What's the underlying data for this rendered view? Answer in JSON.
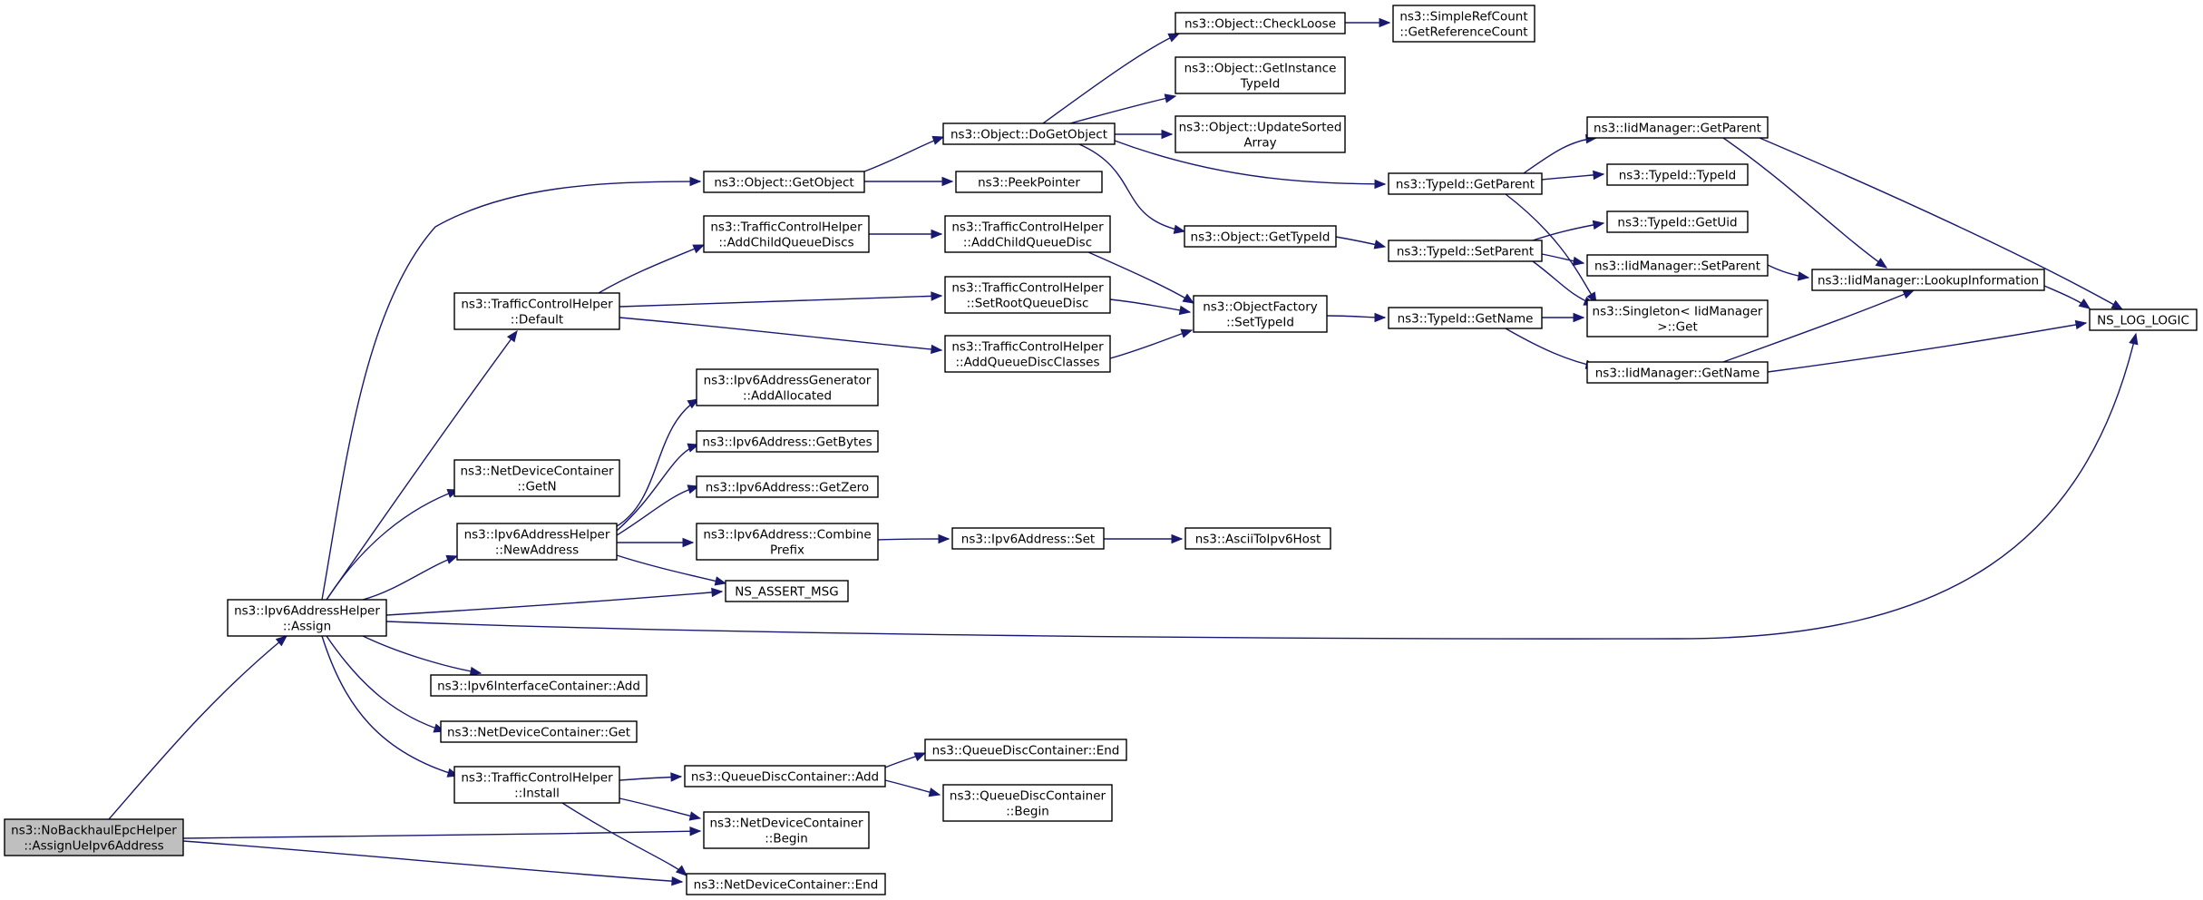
{
  "diagram": {
    "colors": {
      "edge": "#191970",
      "node_border": "#000000",
      "root_fill": "#bfbfbf",
      "node_fill": "#ffffff"
    },
    "nodes": [
      {
        "id": "root",
        "lines": [
          "ns3::NoBackhaulEpcHelper",
          "::AssignUeIpv6Address"
        ],
        "root": true
      },
      {
        "id": "assign",
        "lines": [
          "ns3::Ipv6AddressHelper",
          "::Assign"
        ]
      },
      {
        "id": "getObject",
        "lines": [
          "ns3::Object::GetObject"
        ]
      },
      {
        "id": "tchDefault",
        "lines": [
          "ns3::TrafficControlHelper",
          "::Default"
        ]
      },
      {
        "id": "ndcGetN",
        "lines": [
          "ns3::NetDeviceContainer",
          "::GetN"
        ]
      },
      {
        "id": "newAddress",
        "lines": [
          "ns3::Ipv6AddressHelper",
          "::NewAddress"
        ]
      },
      {
        "id": "assertMsg",
        "lines": [
          "NS_ASSERT_MSG"
        ]
      },
      {
        "id": "ificAdd",
        "lines": [
          "ns3::Ipv6InterfaceContainer::Add"
        ]
      },
      {
        "id": "ndcGet",
        "lines": [
          "ns3::NetDeviceContainer::Get"
        ]
      },
      {
        "id": "tchInstall",
        "lines": [
          "ns3::TrafficControlHelper",
          "::Install"
        ]
      },
      {
        "id": "ndcBegin",
        "lines": [
          "ns3::NetDeviceContainer",
          "::Begin"
        ]
      },
      {
        "id": "ndcEnd",
        "lines": [
          "ns3::NetDeviceContainer::End"
        ]
      },
      {
        "id": "doGetObject",
        "lines": [
          "ns3::Object::DoGetObject"
        ]
      },
      {
        "id": "peekPointer",
        "lines": [
          "ns3::PeekPointer"
        ]
      },
      {
        "id": "addChildQDiscs",
        "lines": [
          "ns3::TrafficControlHelper",
          "::AddChildQueueDiscs"
        ]
      },
      {
        "id": "addChildQDisc",
        "lines": [
          "ns3::TrafficControlHelper",
          "::AddChildQueueDisc"
        ]
      },
      {
        "id": "setRootQDisc",
        "lines": [
          "ns3::TrafficControlHelper",
          "::SetRootQueueDisc"
        ]
      },
      {
        "id": "addQDiscClasses",
        "lines": [
          "ns3::TrafficControlHelper",
          "::AddQueueDiscClasses"
        ]
      },
      {
        "id": "genAddAllocated",
        "lines": [
          "ns3::Ipv6AddressGenerator",
          "::AddAllocated"
        ]
      },
      {
        "id": "getBytes",
        "lines": [
          "ns3::Ipv6Address::GetBytes"
        ]
      },
      {
        "id": "getZero",
        "lines": [
          "ns3::Ipv6Address::GetZero"
        ]
      },
      {
        "id": "combinePrefix",
        "lines": [
          "ns3::Ipv6Address::Combine",
          "Prefix"
        ]
      },
      {
        "id": "ipv6Set",
        "lines": [
          "ns3::Ipv6Address::Set"
        ]
      },
      {
        "id": "asciiToHost",
        "lines": [
          "ns3::AsciiToIpv6Host"
        ]
      },
      {
        "id": "qdcAdd",
        "lines": [
          "ns3::QueueDiscContainer::Add"
        ]
      },
      {
        "id": "qdcEnd",
        "lines": [
          "ns3::QueueDiscContainer::End"
        ]
      },
      {
        "id": "qdcBegin",
        "lines": [
          "ns3::QueueDiscContainer",
          "::Begin"
        ]
      },
      {
        "id": "checkLoose",
        "lines": [
          "ns3::Object::CheckLoose"
        ]
      },
      {
        "id": "simpleRefCount",
        "lines": [
          "ns3::SimpleRefCount",
          "::GetReferenceCount"
        ]
      },
      {
        "id": "getInstanceTypeId",
        "lines": [
          "ns3::Object::GetInstance",
          "TypeId"
        ]
      },
      {
        "id": "updateSortedArray",
        "lines": [
          "ns3::Object::UpdateSorted",
          "Array"
        ]
      },
      {
        "id": "objGetTypeId",
        "lines": [
          "ns3::Object::GetTypeId"
        ]
      },
      {
        "id": "ofSetTypeId",
        "lines": [
          "ns3::ObjectFactory",
          "::SetTypeId"
        ]
      },
      {
        "id": "tidGetParent",
        "lines": [
          "ns3::TypeId::GetParent"
        ]
      },
      {
        "id": "tidSetParent",
        "lines": [
          "ns3::TypeId::SetParent"
        ]
      },
      {
        "id": "tidGetName",
        "lines": [
          "ns3::TypeId::GetName"
        ]
      },
      {
        "id": "iidGetParent",
        "lines": [
          "ns3::IidManager::GetParent"
        ]
      },
      {
        "id": "tidTypeId",
        "lines": [
          "ns3::TypeId::TypeId"
        ]
      },
      {
        "id": "tidGetUid",
        "lines": [
          "ns3::TypeId::GetUid"
        ]
      },
      {
        "id": "iidSetParent",
        "lines": [
          "ns3::IidManager::SetParent"
        ]
      },
      {
        "id": "singletonGet",
        "lines": [
          "ns3::Singleton< IidManager",
          " >::Get"
        ]
      },
      {
        "id": "iidGetName",
        "lines": [
          "ns3::IidManager::GetName"
        ]
      },
      {
        "id": "lookupInfo",
        "lines": [
          "ns3::IidManager::LookupInformation"
        ]
      },
      {
        "id": "nsLogLogic",
        "lines": [
          "NS_LOG_LOGIC"
        ]
      }
    ]
  }
}
